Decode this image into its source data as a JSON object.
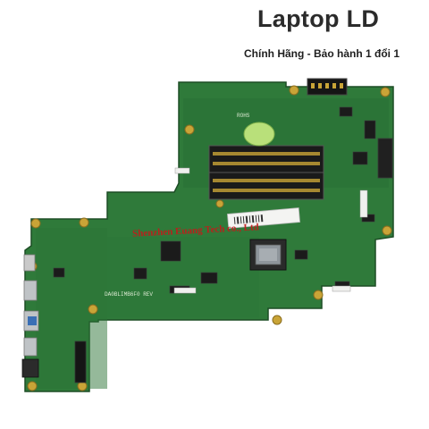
{
  "header": {
    "title": "Laptop LD",
    "subtitle": "Chính Hãng - Bảo hành 1 đổi 1"
  },
  "colors": {
    "pcb_green": "#2f7a3a",
    "pcb_dark": "#1f5a2a",
    "gold": "#c9a437",
    "watermark_red": "#c41a1a",
    "text_dark": "#2b2b2b"
  },
  "board": {
    "watermark_text": "Shenzhen Euang Tech co., Ltd",
    "silk_label_1": "DA0BLIMB6F0 REV",
    "silk_label_2": "ROHS"
  }
}
